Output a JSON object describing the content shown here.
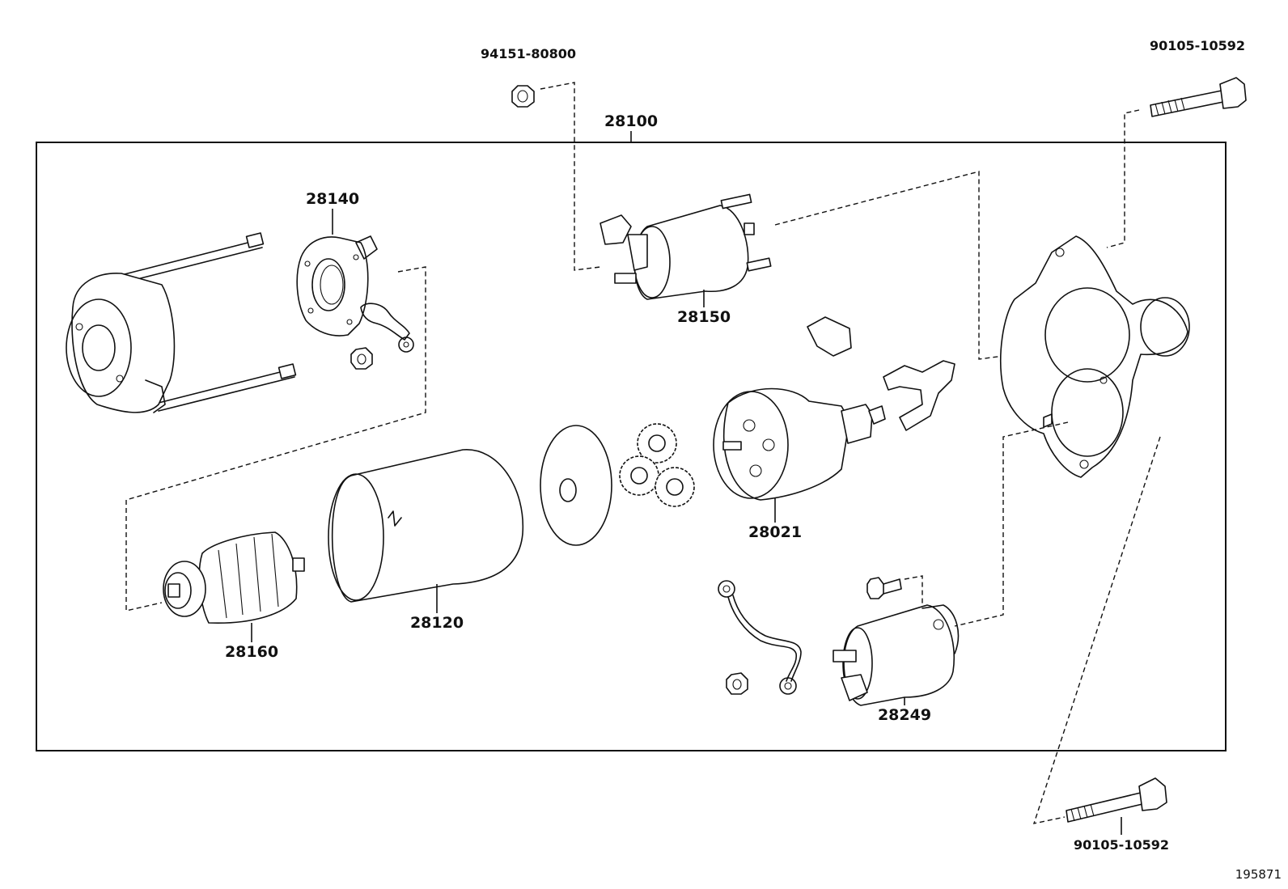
{
  "labels": {
    "assembly": "28100",
    "nut_top": "94151-80800",
    "bolt_top": "90105-10592",
    "bolt_bottom": "90105-10592",
    "brush_holder": "28140",
    "solenoid_contacts": "28150",
    "armature": "28160",
    "yoke": "28120",
    "clutch": "28021",
    "solenoid": "28249"
  },
  "illustration_code": "195871"
}
